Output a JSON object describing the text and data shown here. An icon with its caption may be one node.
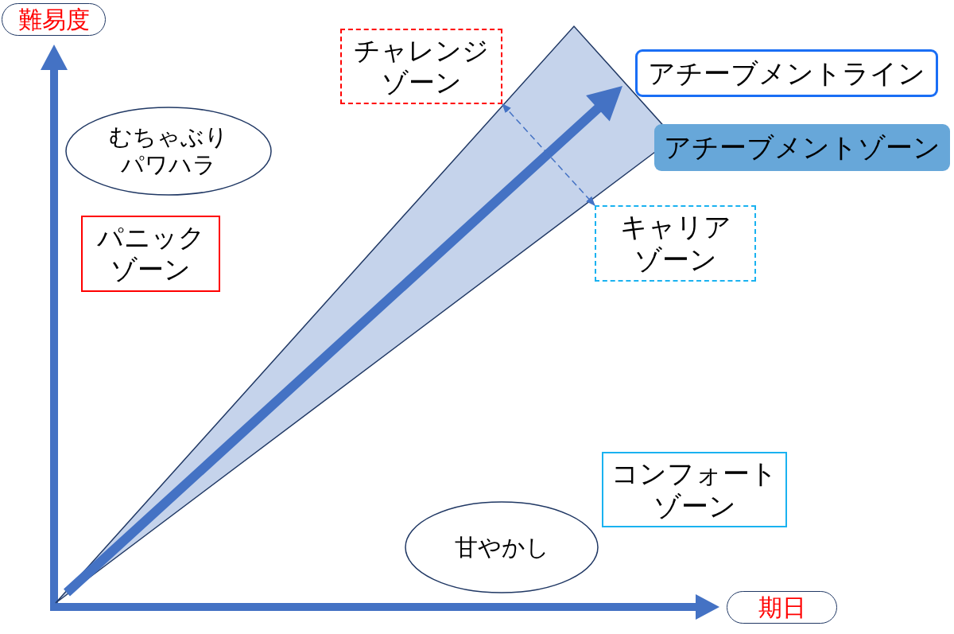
{
  "diagram": {
    "nodes": [
      {
        "text": [
          "難易度"
        ]
      },
      {
        "text": [
          "チャレンジゾーン"
        ]
      },
      {
        "text": [
          "アチーブメントライン"
        ]
      },
      {
        "text": [
          "むちゃぶりパワハラ"
        ]
      },
      {
        "text": [
          "アチーブメントゾーン"
        ]
      },
      {
        "text": [
          "パニックゾーン"
        ]
      },
      {
        "text": [
          "キャリアゾーン"
        ]
      },
      {
        "text": [
          "コンフォートゾーン"
        ]
      },
      {
        "text": [
          "甘やかし"
        ]
      },
      {
        "text": [
          "期日"
        ]
      }
    ],
    "edges": [
      {
        "from": 1,
        "to": 6,
        "arrow": "both",
        "style": "dashed"
      }
    ]
  }
}
